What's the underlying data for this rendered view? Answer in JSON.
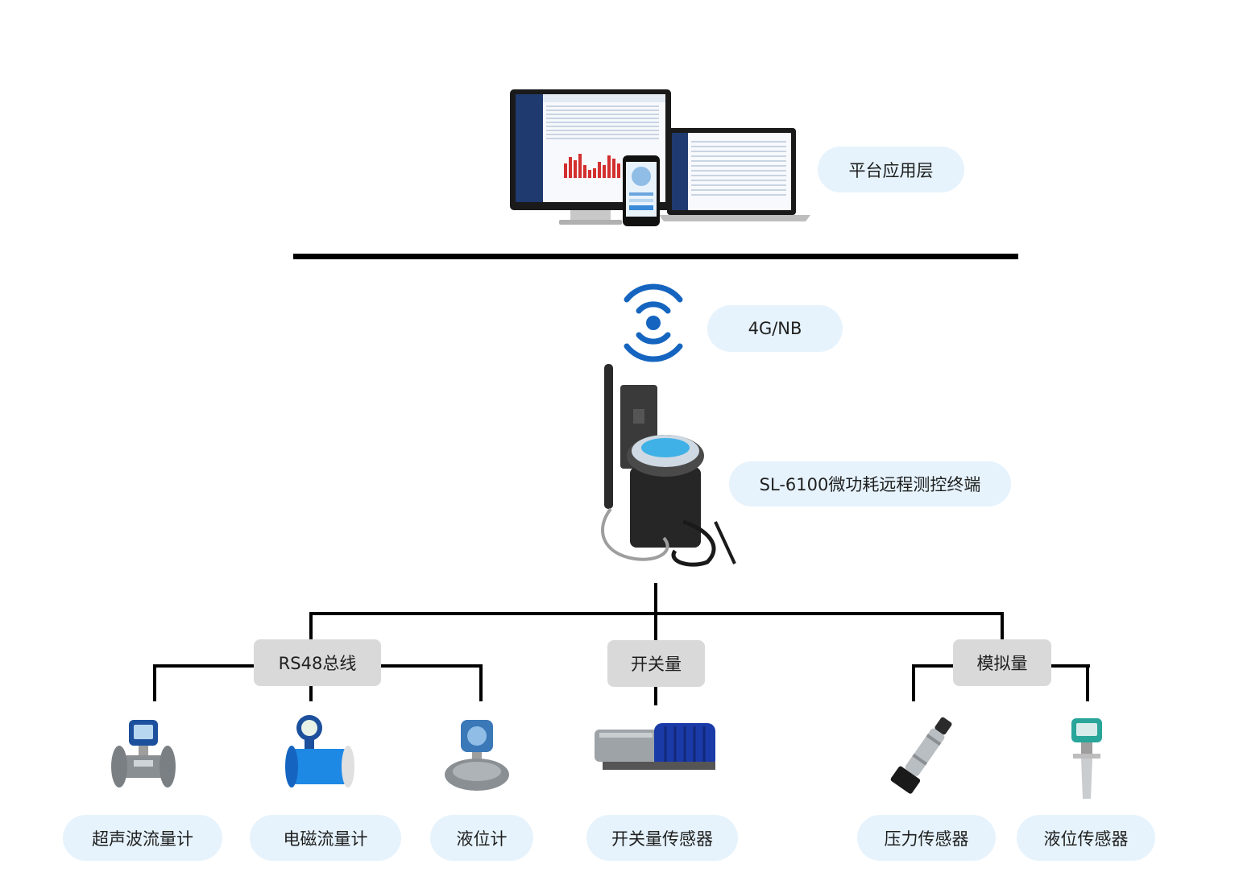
{
  "layers": {
    "platform": "平台应用层",
    "network": "4G/NB",
    "terminal": "SL-6100微功耗远程测控终端"
  },
  "groups": {
    "rs485": "RS48总线",
    "switch": "开关量",
    "analog": "模拟量"
  },
  "devices": {
    "ultrasonic": "超声波流量计",
    "electromagnetic": "电磁流量计",
    "level_meter": "液位计",
    "switch_sensor": "开关量传感器",
    "pressure_sensor": "压力传感器",
    "level_sensor": "液位传感器"
  },
  "colors": {
    "pill_bg": "#e6f3fc",
    "group_bg": "#d9d9d9",
    "wireless_blue": "#1565c0",
    "chart_red": "#d32f2f",
    "meter_blue": "#1976d2"
  },
  "icons": {
    "platform": "monitor-laptop-phone-icon",
    "wireless": "wireless-signal-icon",
    "terminal": "rtu-terminal-device-icon"
  }
}
